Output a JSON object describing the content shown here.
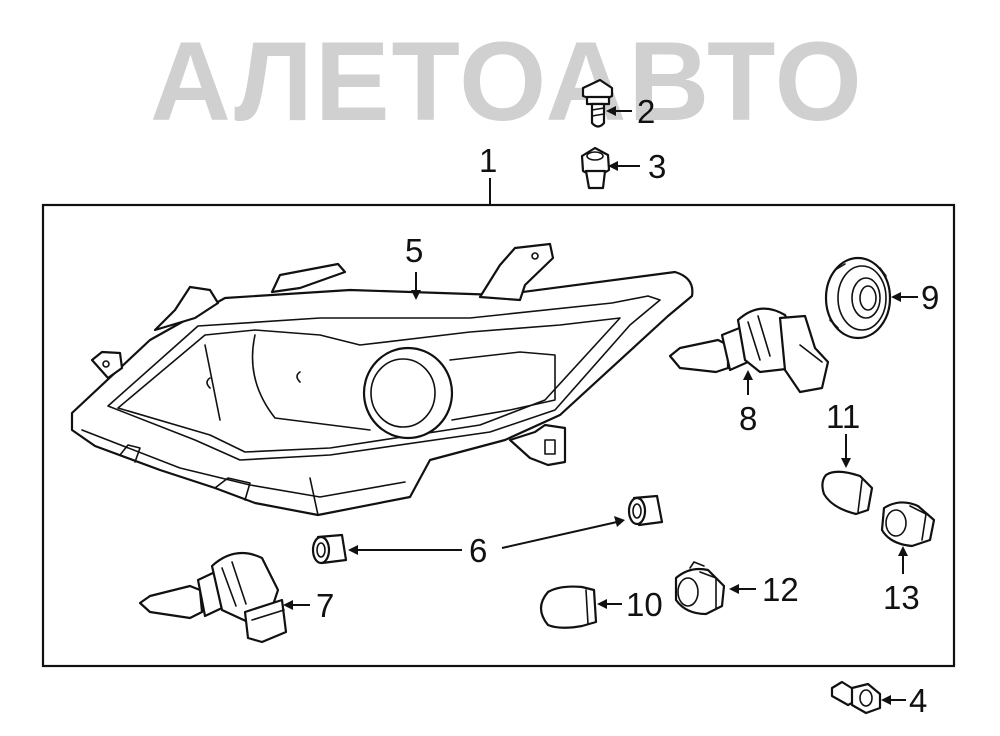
{
  "watermark": {
    "text": "АЛЕТОАВТО"
  },
  "callouts": {
    "c1": "1",
    "c2": "2",
    "c3": "3",
    "c4": "4",
    "c5": "5",
    "c6": "6",
    "c7": "7",
    "c8": "8",
    "c9": "9",
    "c10": "10",
    "c11": "11",
    "c12": "12",
    "c13": "13"
  },
  "parts": [
    {
      "number": "1",
      "name": "headlamp-assembly"
    },
    {
      "number": "2",
      "name": "mounting-bolt"
    },
    {
      "number": "3",
      "name": "nut"
    },
    {
      "number": "4",
      "name": "flange-bolt"
    },
    {
      "number": "5",
      "name": "headlamp-unit"
    },
    {
      "number": "6",
      "name": "grommet"
    },
    {
      "number": "7",
      "name": "low-beam-bulb"
    },
    {
      "number": "8",
      "name": "high-beam-bulb"
    },
    {
      "number": "9",
      "name": "bulb-cover"
    },
    {
      "number": "10",
      "name": "turn-signal-bulb"
    },
    {
      "number": "11",
      "name": "side-marker-bulb"
    },
    {
      "number": "12",
      "name": "socket"
    },
    {
      "number": "13",
      "name": "socket"
    }
  ]
}
